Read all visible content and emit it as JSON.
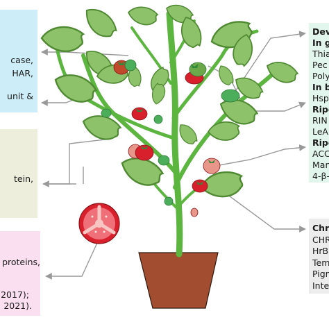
{
  "colors": {
    "box_blue": "#cdeef8",
    "box_beige": "#eeeedd",
    "box_pink": "#f9dff0",
    "box_mint": "#e3f6ee",
    "box_gray": "#ececec",
    "leaf": "#8ec26a",
    "leaf_edge": "#4f8a33",
    "stem": "#5cb53f",
    "pot": "#a24d2f",
    "tomato_red": "#d8202c",
    "tomato_green": "#4cae5a",
    "arrow": "#999999"
  },
  "left_boxes": {
    "blue": [
      "case,",
      "HAR,",
      "unit &"
    ],
    "beige": [
      "tein,"
    ],
    "pink": [
      "proteins,",
      "2017);",
      "2021)."
    ]
  },
  "right_boxes": {
    "mint": [
      {
        "text": "Dev",
        "bold": true
      },
      {
        "text": "In g",
        "bold": true
      },
      {
        "text": "Thia",
        "bold": false
      },
      {
        "text": "Pec",
        "bold": false
      },
      {
        "text": "Poly",
        "bold": false
      },
      {
        "text": "In b",
        "bold": true
      },
      {
        "text": "Hsp",
        "bold": false
      },
      {
        "text": "Ripe",
        "bold": true
      },
      {
        "text": "RIN",
        "bold": false
      },
      {
        "text": "LeA",
        "bold": false
      },
      {
        "text": "Ripe",
        "bold": true
      },
      {
        "text": "ACC",
        "bold": false
      },
      {
        "text": "Man",
        "bold": false
      },
      {
        "text": "4-β-",
        "bold": false
      }
    ],
    "gray": [
      {
        "text": "Chr",
        "bold": true
      },
      {
        "text": "CHR",
        "bold": false
      },
      {
        "text": "HrB",
        "bold": false
      },
      {
        "text": "Tem",
        "bold": false
      },
      {
        "text": "Pigm",
        "bold": false
      },
      {
        "text": "Inte",
        "bold": false
      }
    ]
  }
}
